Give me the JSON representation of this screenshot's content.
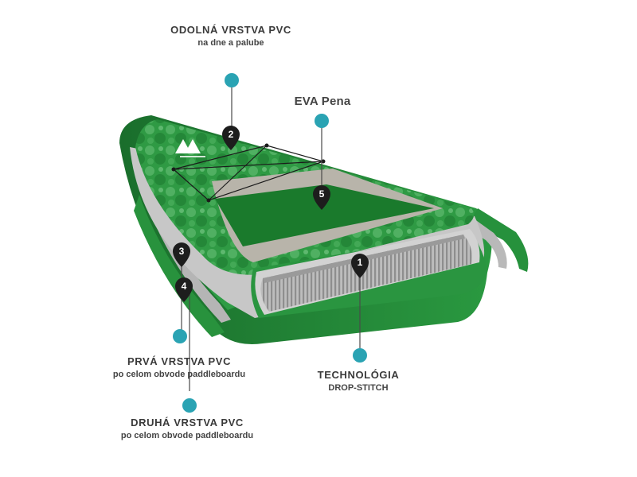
{
  "labels": {
    "pvc_top": {
      "title": "ODOLNÁ  VRSTVA PVC",
      "subtitle": "na dne a palube"
    },
    "eva": {
      "title": "EVA Pena"
    },
    "pvc_first": {
      "title": "PRVÁ VRSTVA PVC",
      "subtitle": "po celom obvode paddleboardu"
    },
    "pvc_second": {
      "title": "DRUHÁ VRSTVA PVC",
      "subtitle": "po celom obvode paddleboardu"
    },
    "dropstitch": {
      "title": "TECHNOLÓGIA",
      "subtitle": "DROP-STITCH"
    }
  },
  "markers": [
    "1",
    "2",
    "3",
    "4",
    "5"
  ],
  "logo_icon": "aqua-marina-logo-icon",
  "colors": {
    "accent_dot": "#2aa3b3",
    "board_green": "#1f8a3a",
    "deck_pad": "#1a7a2c",
    "marker": "#1d1d1d"
  }
}
